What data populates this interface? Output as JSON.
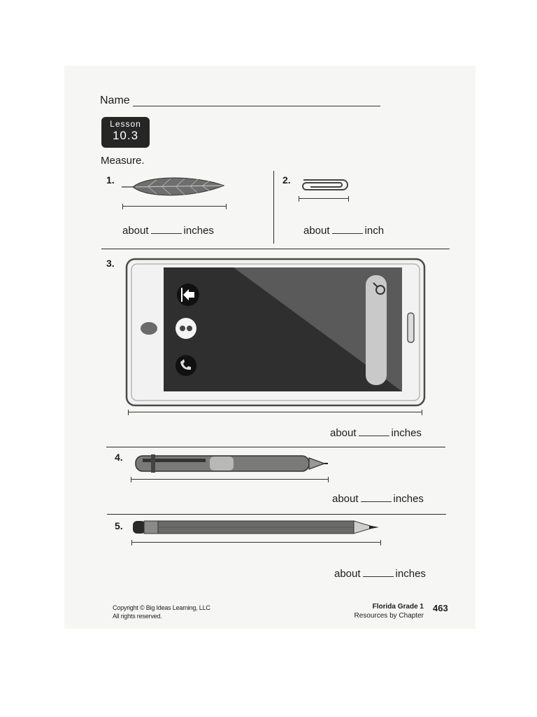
{
  "header": {
    "name_label": "Name"
  },
  "lesson": {
    "label": "Lesson",
    "number": "10.3"
  },
  "instruction": "Measure.",
  "problems": [
    {
      "number": "1.",
      "prefix": "about",
      "unit": "inches",
      "object": "leaf"
    },
    {
      "number": "2.",
      "prefix": "about",
      "unit": "inch",
      "object": "paper-clip"
    },
    {
      "number": "3.",
      "prefix": "about",
      "unit": "inches",
      "object": "smartphone"
    },
    {
      "number": "4.",
      "prefix": "about",
      "unit": "inches",
      "object": "pen"
    },
    {
      "number": "5.",
      "prefix": "about",
      "unit": "inches",
      "object": "pencil"
    }
  ],
  "footer": {
    "copyright": "Copyright © Big Ideas Learning, LLC",
    "rights": "All rights reserved.",
    "course": "Florida Grade 1",
    "resources": "Resources by Chapter",
    "page_number": "463"
  },
  "colors": {
    "ink": "#1c1c1c",
    "badge": "#262626",
    "phone_screen": "#3a3a3a"
  }
}
